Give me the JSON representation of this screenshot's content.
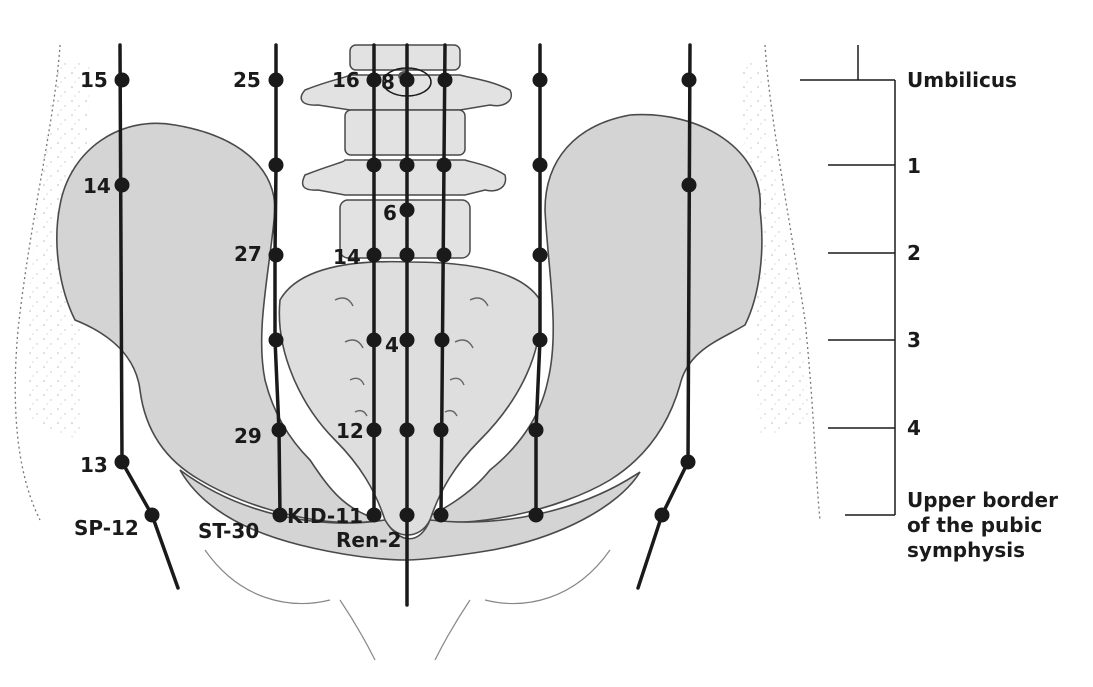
{
  "points": {
    "sp15": "15",
    "sp14": "14",
    "sp13": "13",
    "sp12": "SP-12",
    "st25": "25",
    "st27": "27",
    "st29": "29",
    "st30": "ST-30",
    "kid16": "16",
    "kid14": "14",
    "kid12": "12",
    "kid11": "KID-11",
    "ren8": "8",
    "ren6": "6",
    "ren4": "4",
    "ren2": "Ren-2"
  },
  "scale": {
    "top": "Umbilicus",
    "marks": [
      "1",
      "2",
      "3",
      "4"
    ],
    "bottom_line1": "Upper border",
    "bottom_line2": "of the pubic",
    "bottom_line3": "symphysis"
  },
  "colors": {
    "bone": "#d4d4d4",
    "outline": "#4a4a4a",
    "line": "#1a1a1a"
  }
}
